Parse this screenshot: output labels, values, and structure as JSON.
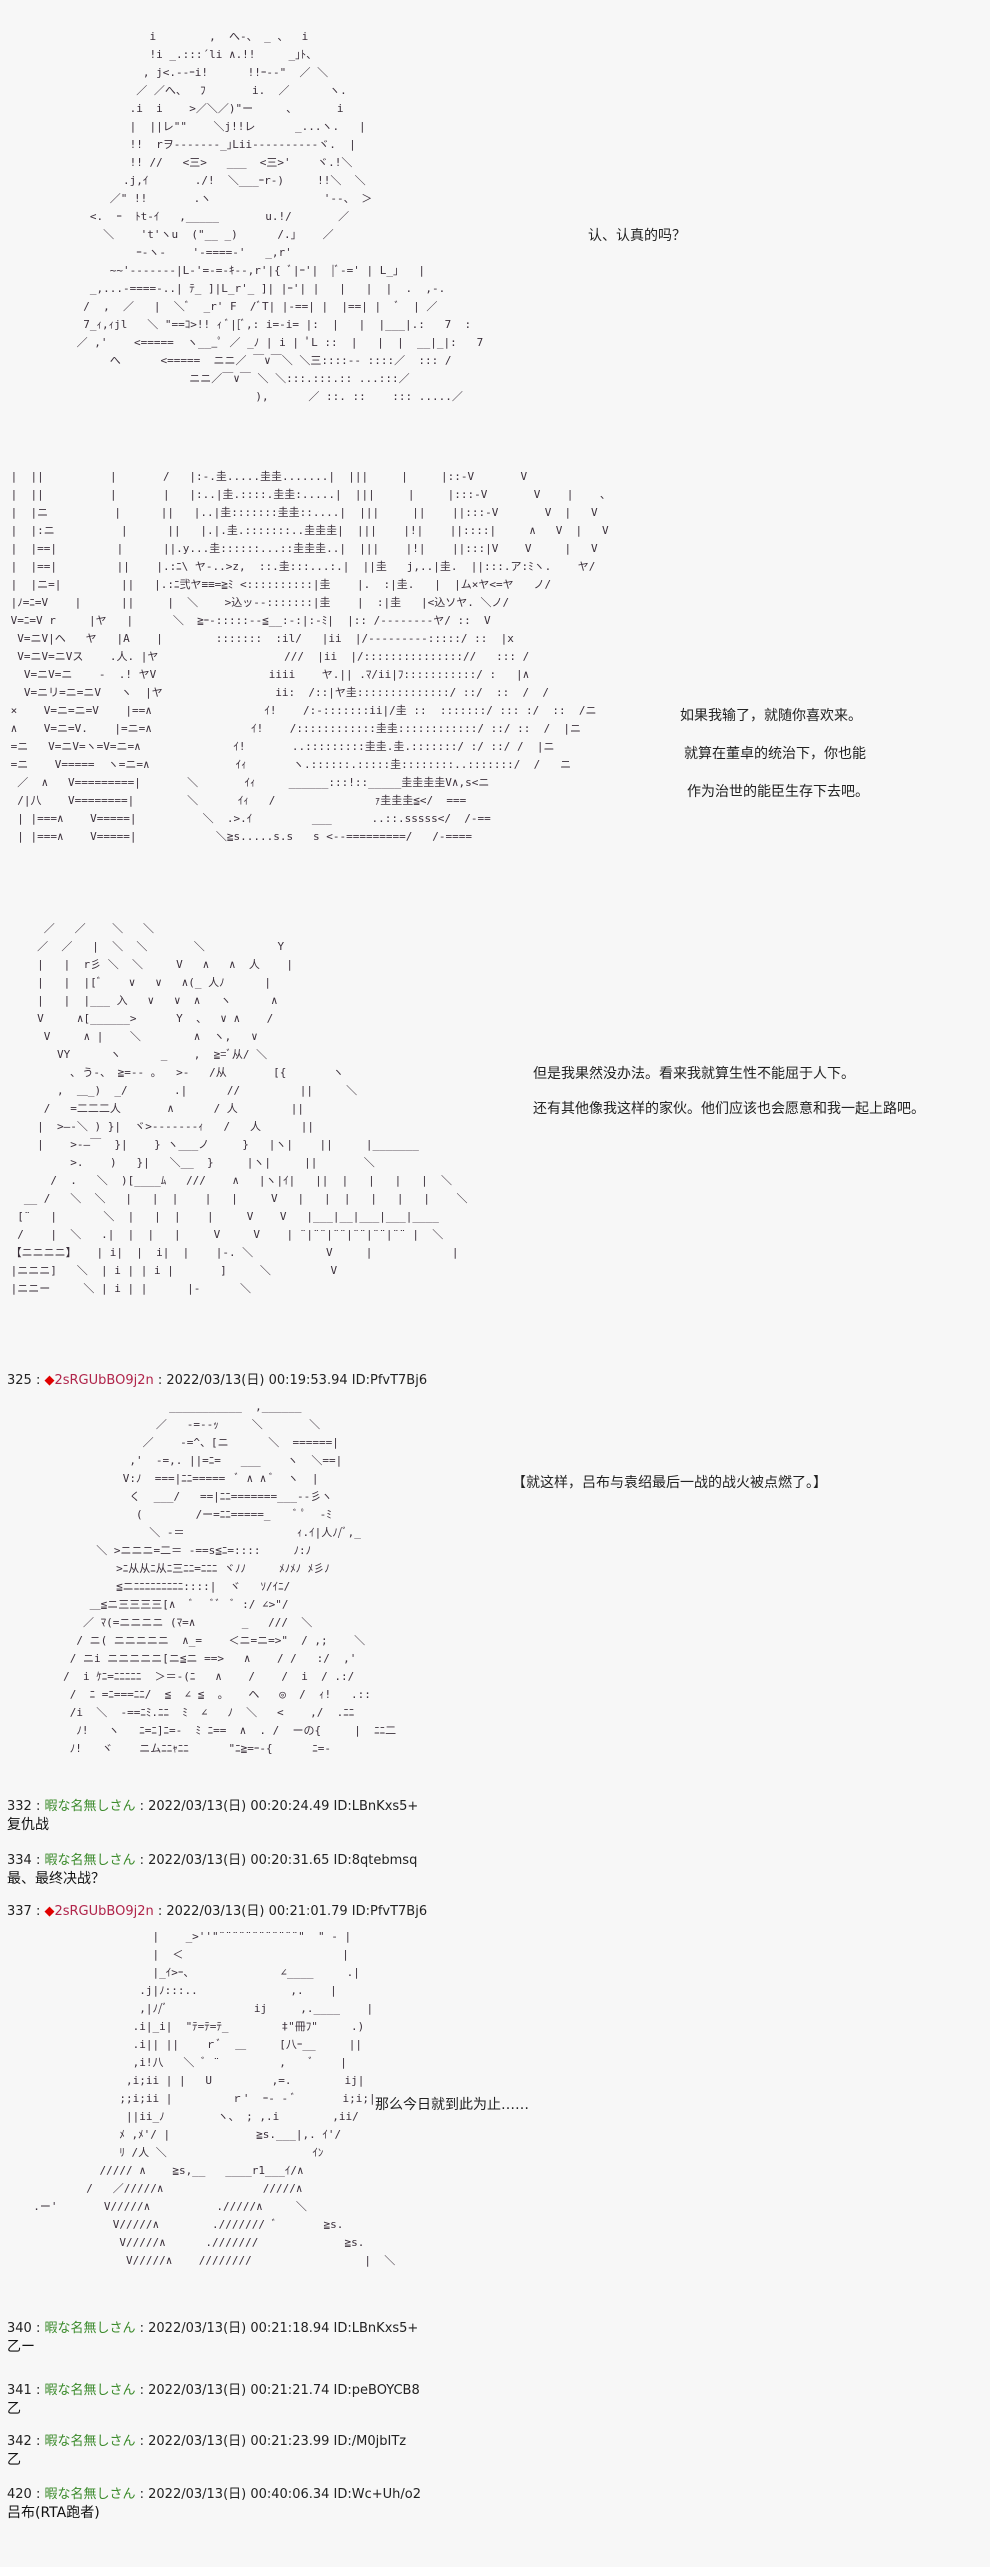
{
  "art": {
    "art1": "            i        ,  へ-、 _ 、  i\n            !i _.:::´li ∧.!!     _｣ﾄ、\n           , j<.--ｰi!      !!ｰ--\"  ／ ＼\n          ／ ／へ、  ﾌ       i.  ／      ヽ.\n         .i  i    >／＼／)\"ー     、      i\n         |  ||レ\"\"    ＼j!!レ      _...ヽ.   |\n         !!  rヲ-------_｣Lii----------ヾ.  |\n         !! //   <三>   ___  <三>'    ヾ.!＼\n        .j,ｲ       ./!  ＼___ｰr-)     !!＼  ＼\n      ／\" !!       .ヽ                 '--、 ＞\n   <.  ｰ  ﾄt-ｲ   ,_____       u.!/       ／\n     ＼    't'ヽu  (\"__ _)      /.｣    ／\n          ｰ-ヽ-    '-====-'   _,r'  \n      ~~'‐-----‐|L-'=‐=‐ｷ-‐,r'|{ ﾞ|ｰ'|  |ﾞ-=' | L_｣   |\n   _,...-====-..| ﾃ_ ]|L_r'_ ]| |ｰ'| |   |   |  |  .  ,-.\n  /  ,  ／   |  ＼ﾞ  _r' F  /ﾞT| |-==| |  |==| |  ﾞ  | ／\n  7_ｨ,ｨjl   ＼ \"==ｺ>!! ｨ ﾞ|[ﾞ,: i=-i= |:  |   |  |___|.:   7  :\n ／ ,'    <=====  ヽ___ﾟ ／ _ﾉ | i | ﾟL ::  |   |  |  __|_|:   7\n      へ      <=====  ニニ／ ￣∨￣＼ ＼三::::-- ::::／  ::: /\n                  ニニ／￣∨￣ ＼ ＼:::.:::.:: ...:::／\n                            ),      ／ ::. ::    ::: .....／",
    "art2": " |  ||          |       /   |:-.圭.....圭圭.......|  |||     |     |::-V       V\n |  ||          |       |   |:..|圭.::::.圭圭:.....|  |||     |     |:::-V       V    |    、\n |  |ニ          |      ||   |..|圭:::::::圭圭::....|  |||     ||    ||:::-V       V  |   V\n |  |:ニ          |      ||   |.|.圭.:::::::..圭圭圭|  |||    |!|    ||::::|     ∧   V  |   V\n |  |==|         |      ||.y...圭::::::...::圭圭圭..|  |||    |!|    ||:::|V    V     |   V\n |  |==|         ||    |.:ﾆ\\ ヤ-..>z,  ::.圭:::...:.|  ||圭   j,..|圭.  ||:::.ア:ﾐヽ.    ヤ/\n |  |ニ=|         ||   |.:ﾆ弐ヤ≡≡=≧ﾐ <::::::::::|圭    |.  :|圭.   |  |ム×ヤ<=ヤ   ノ/\n |ﾉ=ﾆ=V    |      ||     |  ＼    >込ッ--:::::::|圭    |  :|圭   |<込ソヤ. ＼ノ/\n V=ﾆ=V r     |ヤ   |      ＼  ≧ｰ-:::::--≦__:-:|:-ﾐ|  |:: /--------ヤ/ ::  V\n  V=ニV|ヘ   ヤ   |A    |        :::::::  :il/   |ii  |/---------:::::/ ::  |x\n  V=ニV=ニVス    .人. |ヤ                   ///  |ii  |/::::::::::::::://   ::: /\n   V=ニV=ニ    -  .! ヤV                 iiii    ヤ.|| .ﾏ/ii|ﾌ:::::::::::/ :   |∧\n   V=ニリ=ニ=ニV   ヽ  |ヤ                 ii:  /::|ヤ圭::::::::::::::/ ::/  ::  /  /\n ×    V=ニ=ニ=V    |==∧                 ｲ!    /:-:::::::ii|/圭 ::  :::::::/ ::: :/  ::  /ニ\n ∧    V=ニ=V.    |=ニ=∧               ｲ!    /::::::::::::圭圭::::::::::::/ ::/ ::  /  |ニ\n =ニ   V=ニV=ヽ=V=ニ=∧              ｲ!       ..:::::::::圭圭.圭.:::::::/ :/ ::/ /  |ニ\n =ニ    V=====  ヽ=ニ=∧             ｲｨ       ヽ.::::::.:::::圭::::::::..:::::::/  /   ニ\n  ／  ∧   V=========|       ＼       ｲｨ     ______:::!::_____圭圭圭圭V∧,s<ニ\n  /|八    V========|        ＼      ｲｨ   /               ｧ圭圭圭≦</  ===\n  | |===∧    V=====|          ＼  .>.ｲ         ___      ..::.sssss</  /-==\n  | |===∧    V=====|            ＼≧s.....s.s   s <--=========/   /-====",
    "art3": "      ／   ／    ＼   ＼\n     ／  ／   |  ＼  ＼       ＼           Y\n     |   |  r彡 ＼  ＼     V   ∧   ∧  人    |\n     |   |  |[ﾞ    ∨   ∨   ∧(_ 人ﾉ      |\n     |   |  |___ 入   ∨   ∨  ∧   ヽ      ∧\n     V     ∧[______>      Y  、  ∨ ∧    /\n      V     ∧ |    ＼        ∧  ヽ,   ∨\n        VY      ヽ      _    ,  ≧=ﾞ从/ ＼\n          ､ う-、 ≧=-- ｡   >-   /从       [{       ヽ\n        ,  ＿_)  _/       .|      //         ||     ＼\n      /   =二二二人       ∧      / 人        ||\n     |  >―-＼ ) }|  ヾ>-------ｨ   /   人      ||\n     |    >-―￣  }|    } ヽ___ノ     }   |ヽ|    ||     |_______\n          >.    )   }|   ＼__  }     |ヽ|     ||       ＼\n       /  .   ＼  )[____ﾑ   ///    ∧   |ヽ|ｲ|   ||  |   |   |   |  ＼\n   __ /   ＼  ＼   |   |  |    |   |     V   |   |  |   |   |   |    ＼\n  [¨   |       ＼  |   |  |    |     V    V   |___|__|___|___|____\n  /    |  ＼   .|  |  |   |     V     V    | ¨|¨¨|¨¨|¨¨|¨¨|¨¨ |  ＼\n 【ニニニニ】   | i|  |  i|  |    |-. ＼           V     |            |\n |ニニニ]   ＼  | i | | i |       ]     ＼         V\n |ニニー     ＼ | i | |      |-      ＼",
    "art4": "                     ___________  ,______\n                   ／   -=--ｯ     ＼       ＼\n                 ／    -=^、[ニ      ＼  ======|\n               ,'  -=,. ||=ﾆ=   ___    ヽ  ＼==|\n              V:ﾉ  ===|ﾆﾆ=====  ﾞ ∧ ∧ ﾞ  ヽ  |\n               く  ___/   ==|ﾆﾆ=======___--彡ヽ\n                (        /ー=ﾆﾆ=====_    ﾞ ﾟ  -ﾐ\n                  ＼ -＝                 ｨ.ｲ|人ﾉ/ﾞ,_\n          ＼ >ニニニ=二＝ -==s≦ﾆ=::::     ﾉ:ﾉ\n             >ﾆ从从ﾆ从ﾆ三ﾆﾆ=ﾆﾆﾆ ヾﾉﾉ     ﾒﾉﾒﾉ ﾒ彡ﾉ\n             ≦ニﾆﾆﾆﾆﾆﾆﾆﾆﾆ::::|  ヾ   ｿ/ｲﾆ/\n         ＿≦ニ三三三三[∧  ﾞ   ﾞﾞ  ﾞ :/ ∠>\"/\n        ／ ﾏ(=ニニニニ (ﾏ=∧       _   ///  ＼\n       / ニ( ニニニニニ  ∧_=    ＜ニ=ニ=>\"  / ,;    ＼\n      / ニi ニニニニニ[ニ≦ニ ==>   ∧    / /   :/  ,'\n     /  i ｹﾆ=ﾆﾆﾆﾆﾆ  ＞＝-(ﾆ   ∧    /    /  i  / .:/\n      /  ﾆ =ﾆ===ﾆﾆ/  ≦  ∠ ≦  。   ヘ   ◎  /  ｨ!   .::  \n      /i  ＼  -==ﾆﾐ.ﾆﾆ  ﾐ  ∠   ﾉ  ＼   <    ,/  .ﾆﾆ \n       ﾉ!   ヽ   ﾆ=ﾆ]ﾆ=-  ﾐ ﾆ==  ∧  . /  ーの{     |  ﾆﾆ二\n      ﾉ!   ヾ    ニムﾆﾆｬﾆﾆ      \"ﾆ≧=ｰ-{      ﾆ=-",
    "art5": "                    |    _>''\"¨¨¨¨¨¨¨¨¨¨¨¨\"  \" - |\n                    |  ＜                        |\n                    |_ｲ>ｰ、             ∠____     .|\n                  .j|ﾉ:::..              ,.    |\n                  ,|ﾉ/ﾞ             ij     ,.____    |\n                 .i|_i|  \"ﾃ=ﾃ=ﾃ_        ‡\"冊ﾌ\"     .)\n                 .i|| ||    ｒﾞ  ＿     [八ｰ__     ||\n                 ,i!八   ＼ ﾞ ¨         ,    ﾞ    |\n                ,i;ii | |   U         ,=.        ij|\n               ;;i;ii |         ｒ'  ｰ- - ﾞ       i;i;|\n                ||ii_ﾉ        ヽ、 ; ,.i        ,ii/\n               ﾒ ,ﾒ'/ |             ≧s.___|,. ｲ'/\n               ﾘ /人 ＼                      ｲﾝ\n            ///// ∧    ≧s,__   ____r1___ｲ/∧\n          /   ／/////∧               /////∧\n  .ー'       V/////∧          ./////∧     ＼\n              V/////∧        ./////// ﾞ       ≧s.\n               V/////∧      .///////             ≧s.\n                V/////∧    ////////                 |  ＼"
  },
  "dialogue": {
    "line1": "认、认真的吗？",
    "line2": "如果我输了，就随你喜欢来。",
    "line3": "就算在董卓的统治下，你也能",
    "line4": "作为治世的能臣生存下去吧。",
    "line5": "但是我果然没办法。看来我就算生性不能屈于人下。",
    "line6": "还有其他像我这样的家伙。他们应该也会愿意和我一起上路吧。",
    "line7": "【就这样，吕布与袁绍最后一战的战火被点燃了。】",
    "line8": "那么今日就到此为止……"
  },
  "posts": [
    {
      "num": "325",
      "sep": " : ",
      "trip_icon": "◆",
      "name": "2sRGUbBO9j2n",
      "date": " : 2022/03/13(日) 00:19:53.94 ID:PfvT7Bj6",
      "body": ""
    },
    {
      "num": "332",
      "sep": " : ",
      "name": "暇な名無しさん",
      "date": " : 2022/03/13(日) 00:20:24.49 ID:LBnKxs5+",
      "body": "复仇战"
    },
    {
      "num": "334",
      "sep": " : ",
      "name": "暇な名無しさん",
      "date": " : 2022/03/13(日) 00:20:31.65 ID:8qtebmsq",
      "body": "最、最终决战？"
    },
    {
      "num": "337",
      "sep": " : ",
      "trip_icon": "◆",
      "name": "2sRGUbBO9j2n",
      "date": " : 2022/03/13(日) 00:21:01.79 ID:PfvT7Bj6",
      "body": ""
    },
    {
      "num": "340",
      "sep": " : ",
      "name": "暇な名無しさん",
      "date": " : 2022/03/13(日) 00:21:18.94 ID:LBnKxs5+",
      "body": "乙ー"
    },
    {
      "num": "341",
      "sep": " : ",
      "name": "暇な名無しさん",
      "date": " : 2022/03/13(日) 00:21:21.74 ID:peBOYCB8",
      "body": "乙"
    },
    {
      "num": "342",
      "sep": " : ",
      "name": "暇な名無しさん",
      "date": " : 2022/03/13(日) 00:21:23.99 ID:/M0jbITz",
      "body": "乙"
    },
    {
      "num": "420",
      "sep": " : ",
      "name": "暇な名無しさん",
      "date": " : 2022/03/13(日) 00:40:06.34 ID:Wc+Uh/o2",
      "body": "吕布(RTA跑者)"
    }
  ],
  "colors": {
    "anon_name": "#3a8a2a",
    "trip_name": "#b0244a",
    "trip_icon": "#e00000"
  }
}
